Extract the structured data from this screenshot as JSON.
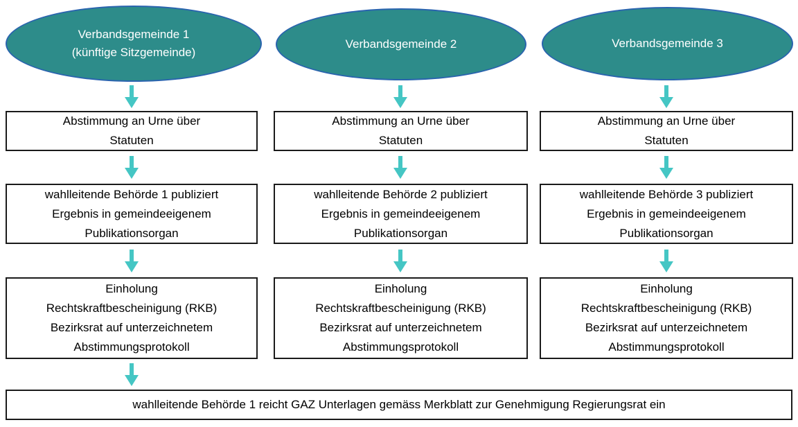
{
  "diagram": {
    "type": "flowchart",
    "colors": {
      "ellipse_fill": "#2d8c8a",
      "ellipse_border": "#2a64ae",
      "arrow": "#45c6c4",
      "box_border": "#1a1a1a",
      "box_fill": "#ffffff",
      "ellipse_text": "#ffffff",
      "box_text": "#000000"
    },
    "columns": [
      {
        "ellipse_label": "Verbandsgemeinde 1\n(künftige Sitzgemeinde)",
        "steps": [
          "Abstimmung an Urne über\nStatuten",
          "wahlleitende Behörde 1 publiziert\nErgebnis in gemeindeeigenem\nPublikationsorgan",
          "Einholung\nRechtskraftbescheinigung (RKB)\nBezirksrat auf unterzeichnetem\nAbstimmungsprotokoll"
        ]
      },
      {
        "ellipse_label": "Verbandsgemeinde 2",
        "steps": [
          "Abstimmung an Urne über\nStatuten",
          "wahlleitende Behörde 2 publiziert\nErgebnis in gemeindeeigenem\nPublikationsorgan",
          "Einholung\nRechtskraftbescheinigung (RKB)\nBezirksrat auf unterzeichnetem\nAbstimmungsprotokoll"
        ]
      },
      {
        "ellipse_label": "Verbandsgemeinde 3",
        "steps": [
          "Abstimmung an Urne über\nStatuten",
          "wahlleitende Behörde 3 publiziert\nErgebnis in gemeindeeigenem\nPublikationsorgan",
          "Einholung\nRechtskraftbescheinigung (RKB)\nBezirksrat auf unterzeichnetem\nAbstimmungsprotokoll"
        ]
      }
    ],
    "footer": "wahlleitende Behörde 1 reicht GAZ Unterlagen gemäss Merkblatt zur Genehmigung Regierungsrat ein"
  }
}
